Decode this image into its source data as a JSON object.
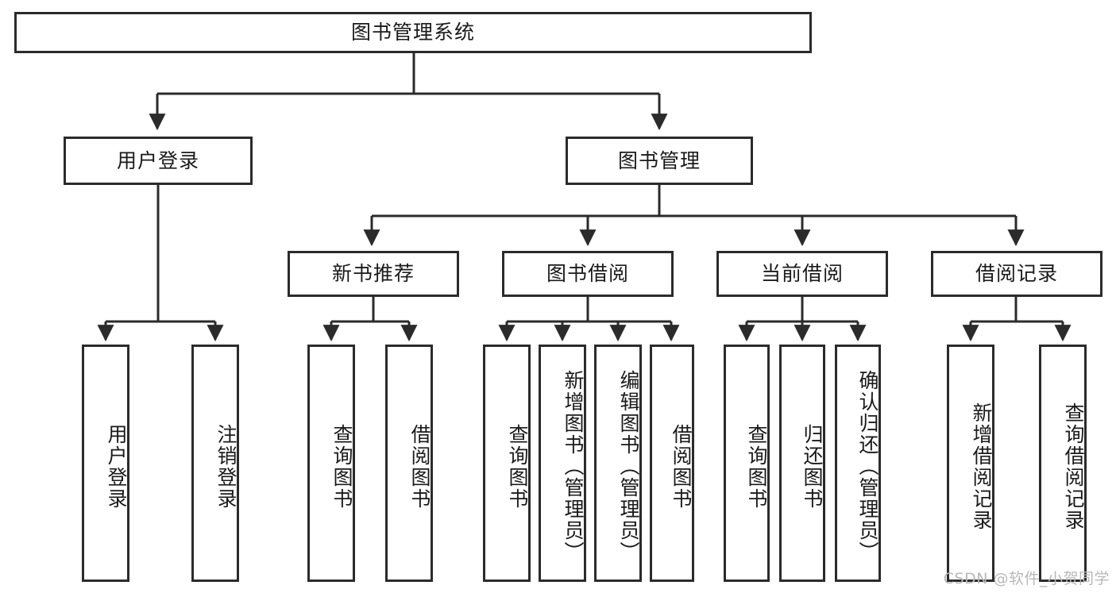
{
  "diagram": {
    "type": "tree-hierarchy-flowchart",
    "title": "图书管理系统",
    "orientation": "top-down",
    "line_color": "#2b2b2b",
    "box_fill": "#ffffff",
    "text_color": "#1a1a1a"
  },
  "root": {
    "label": "图书管理系统"
  },
  "level2": [
    {
      "label": "用户登录"
    },
    {
      "label": "图书管理"
    }
  ],
  "level3": [
    {
      "label": "新书推荐"
    },
    {
      "label": "图书借阅"
    },
    {
      "label": "当前借阅"
    },
    {
      "label": "借阅记录"
    }
  ],
  "leaves": {
    "user_login": [
      {
        "label": "用户登录"
      },
      {
        "label": "注销登录"
      }
    ],
    "new_book_recommend": [
      {
        "label": "查询图书"
      },
      {
        "label": "借阅图书"
      }
    ],
    "book_borrow": [
      {
        "label": "查询图书"
      },
      {
        "label": "新增图书（管理员）"
      },
      {
        "label": "编辑图书（管理员）"
      },
      {
        "label": "借阅图书"
      }
    ],
    "current_borrow": [
      {
        "label": "查询图书"
      },
      {
        "label": "归还图书"
      },
      {
        "label": "确认归还（管理员）"
      }
    ],
    "borrow_record": [
      {
        "label": "新增借阅记录"
      },
      {
        "label": "查询借阅记录"
      }
    ]
  },
  "watermark": {
    "text": "CSDN @软件_小贺同学"
  }
}
